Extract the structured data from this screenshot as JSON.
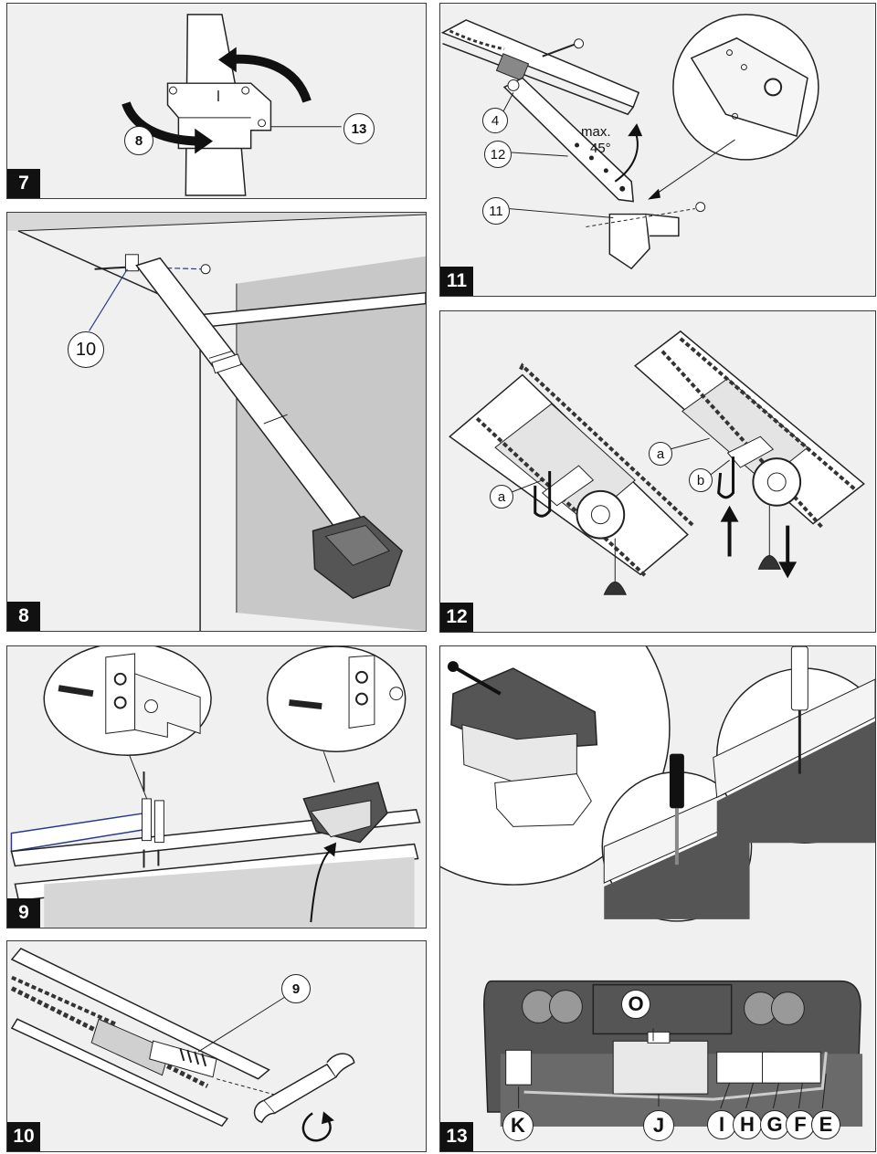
{
  "figure": {
    "colors": {
      "panel_bg": "#f0f0f0",
      "dark_part": "#555555",
      "line": "#222222"
    },
    "panels": [
      {
        "number": "7",
        "callouts": [
          "8",
          "13"
        ]
      },
      {
        "number": "11",
        "callouts": [
          "4",
          "12",
          "11"
        ],
        "angle_label": "max.\n45°",
        "angle_max": "max.",
        "angle_value": "45°"
      },
      {
        "number": "8",
        "callouts": [
          "10"
        ]
      },
      {
        "number": "12",
        "callouts": [
          "a",
          "a",
          "b"
        ]
      },
      {
        "number": "9",
        "callouts": []
      },
      {
        "number": "13",
        "callouts": [
          "O",
          "K",
          "J",
          "I",
          "H",
          "G",
          "F",
          "E"
        ]
      },
      {
        "number": "10",
        "callouts": [
          "9"
        ]
      }
    ]
  }
}
